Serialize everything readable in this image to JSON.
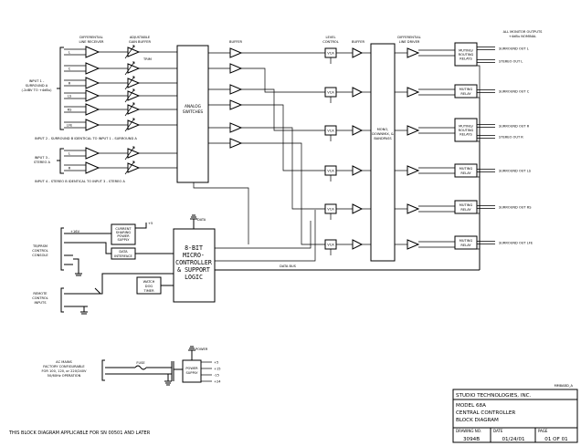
{
  "headers": {
    "diff_receiver": [
      "DIFFERENTIAL",
      "LINE RECEIVER"
    ],
    "adj_buffer": [
      "ADJUSTABLE",
      "GAIN BUFFER"
    ],
    "buffer1": "BUFFER",
    "level_control": [
      "LEVEL",
      "CONTROL"
    ],
    "buffer2": "BUFFER",
    "diff_driver": [
      "DIFFERENTIAL",
      "LINE DRIVER"
    ],
    "monitor_outputs": [
      "ALL MONITOR OUTPUTS",
      "+4dBu NOMINAL"
    ]
  },
  "trim_label": "TRIM",
  "input_channels": [
    "L",
    "C",
    "R",
    "LS",
    "RS",
    "LFE"
  ],
  "stereo_channels": [
    "L",
    "R"
  ],
  "input1_label": [
    "INPUT 1 -",
    "SURROUND A",
    "(-2dBV TO +4dBu)"
  ],
  "input2_label": "INPUT 2 - SURROUND B IDENTICAL TO INPUT 1 - SURROUND A",
  "input3_label": [
    "INPUT 3 -",
    "STEREO A"
  ],
  "input4_label": "INPUT 4 - STEREO B IDENTICAL TO INPUT 3 - STEREO A",
  "analog_switches": [
    "ANALOG",
    "SWITCHES"
  ],
  "vca_label": "VCA",
  "mono_block": [
    "MONO,",
    "DOWNMIX, &",
    "BANDPASS"
  ],
  "muting_relays": [
    [
      "MUTING/",
      "ROUTING",
      "RELAYS"
    ],
    [
      "MUTING",
      "RELAY"
    ],
    [
      "MUTING/",
      "ROUTING",
      "RELAYS"
    ],
    [
      "MUTING",
      "RELAY"
    ],
    [
      "MUTING",
      "RELAY"
    ],
    [
      "MUTING",
      "RELAY"
    ]
  ],
  "outputs": [
    "SURROUND OUT L",
    "STEREO OUT L",
    "SURROUND OUT C",
    "SURROUND OUT R",
    "STEREO OUT R",
    "SURROUND OUT LS",
    "SURROUND OUT RS",
    "SURROUND OUT LFE"
  ],
  "current_sharing": [
    "CURRENT",
    "SHARING",
    "POWER",
    "SUPPLY"
  ],
  "data_interface": [
    "DATA",
    "INTERFACE"
  ],
  "watchdog": [
    "WATCH",
    "DOG",
    "TIMER"
  ],
  "tb_label": [
    "TB/PRSM",
    "CONTROL",
    "CONSOLE"
  ],
  "remote_label": [
    "REMOTE",
    "CONTROL",
    "INPUTS"
  ],
  "voltage_16v": "+16V",
  "voltage_5v_cs": "+5",
  "data_label": "DATA",
  "data_bus": "DATA BUS",
  "micro": [
    "8-BIT",
    "MICRO-",
    "CONTROLLER",
    "& SUPPORT",
    "LOGIC"
  ],
  "ac_mains": [
    "AC MAINS",
    "FACTORY CONFIGURABLE",
    "FOR 100, 120, or 220/240V",
    "50/60Hz OPERATION"
  ],
  "fuse": "FUSE",
  "power_supply": [
    "POWER",
    "SUPPLY"
  ],
  "power_label": "POWER",
  "supply_rails": [
    "+5",
    "+15",
    "-15",
    "+24"
  ],
  "drawing_id": "MM8ABD_A",
  "title_block": {
    "company": "STUDIO TECHNOLOGIES, INC.",
    "model": "MODEL 68A",
    "desc1": "CENTRAL CONTROLLER",
    "desc2": "BLOCK DIAGRAM",
    "drawing_no_label": "DRAWING NO.",
    "drawing_no": "3094B",
    "date_label": "DATE",
    "date": "01/24/01",
    "page_label": "PAGE",
    "page": "01 OF 01"
  },
  "footer": "THIS BLOCK DIAGRAM APPLICABLE FOR SN 00501 AND LATER"
}
